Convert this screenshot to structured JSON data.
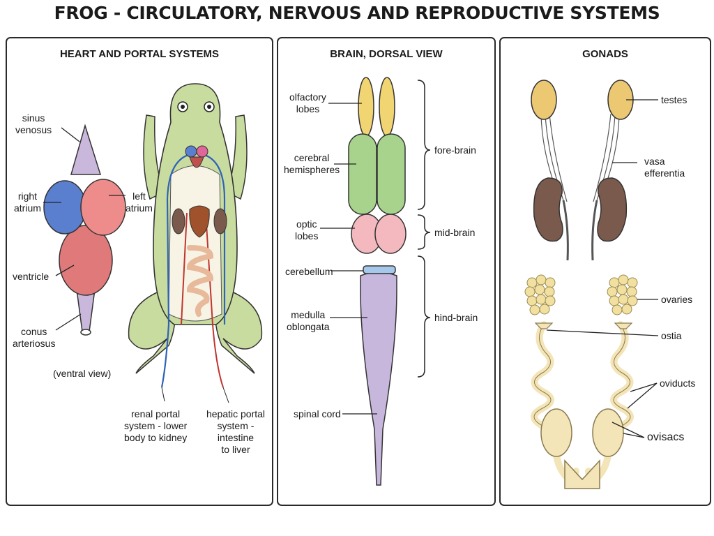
{
  "title": "FROG - CIRCULATORY, NERVOUS AND REPRODUCTIVE SYSTEMS",
  "heart": {
    "title": "HEART AND PORTAL SYSTEMS",
    "sinus_venosus": "sinus\nvenosus",
    "right_atrium": "right\natrium",
    "left_atrium": "left\natrium",
    "ventricle": "ventricle",
    "conus_arteriosus": "conus\narteriosus",
    "view_note": "(ventral view)",
    "renal_portal": "renal portal\nsystem - lower\nbody to kidney",
    "hepatic_portal": "hepatic portal\nsystem - intestine\nto liver"
  },
  "brain": {
    "title": "BRAIN, DORSAL VIEW",
    "olfactory_lobes": "olfactory\nlobes",
    "cerebral_hemispheres": "cerebral\nhemispheres",
    "optic_lobes": "optic\nlobes",
    "cerebellum": "cerebellum",
    "medulla_oblongata": "medulla\noblongata",
    "spinal_cord": "spinal cord",
    "fore_brain": "fore-brain",
    "mid_brain": "mid-brain",
    "hind_brain": "hind-brain"
  },
  "gonads": {
    "title": "GONADS",
    "testes": "testes",
    "vasa_efferentia": "vasa\nefferentia",
    "ovaries": "ovaries",
    "ostia": "ostia",
    "oviducts": "oviducts",
    "ovisacs": "ovisacs"
  },
  "colors": {
    "right_atrium": "#5b7fcf",
    "left_atrium": "#ee8c8c",
    "ventricle": "#e07a7a",
    "sinus_venosus": "#c9b8dc",
    "olfactory": "#f1d572",
    "cerebral": "#a8d38c",
    "optic": "#f4b8bf",
    "cerebellum": "#a6c8ea",
    "medulla": "#c8b7dd",
    "frog_skin": "#c9dca0",
    "vein": "#2f63b8",
    "artery": "#c0352e",
    "testes": "#ecc873",
    "kidney": "#7a5a4c",
    "ovary": "#f2e0a0"
  }
}
